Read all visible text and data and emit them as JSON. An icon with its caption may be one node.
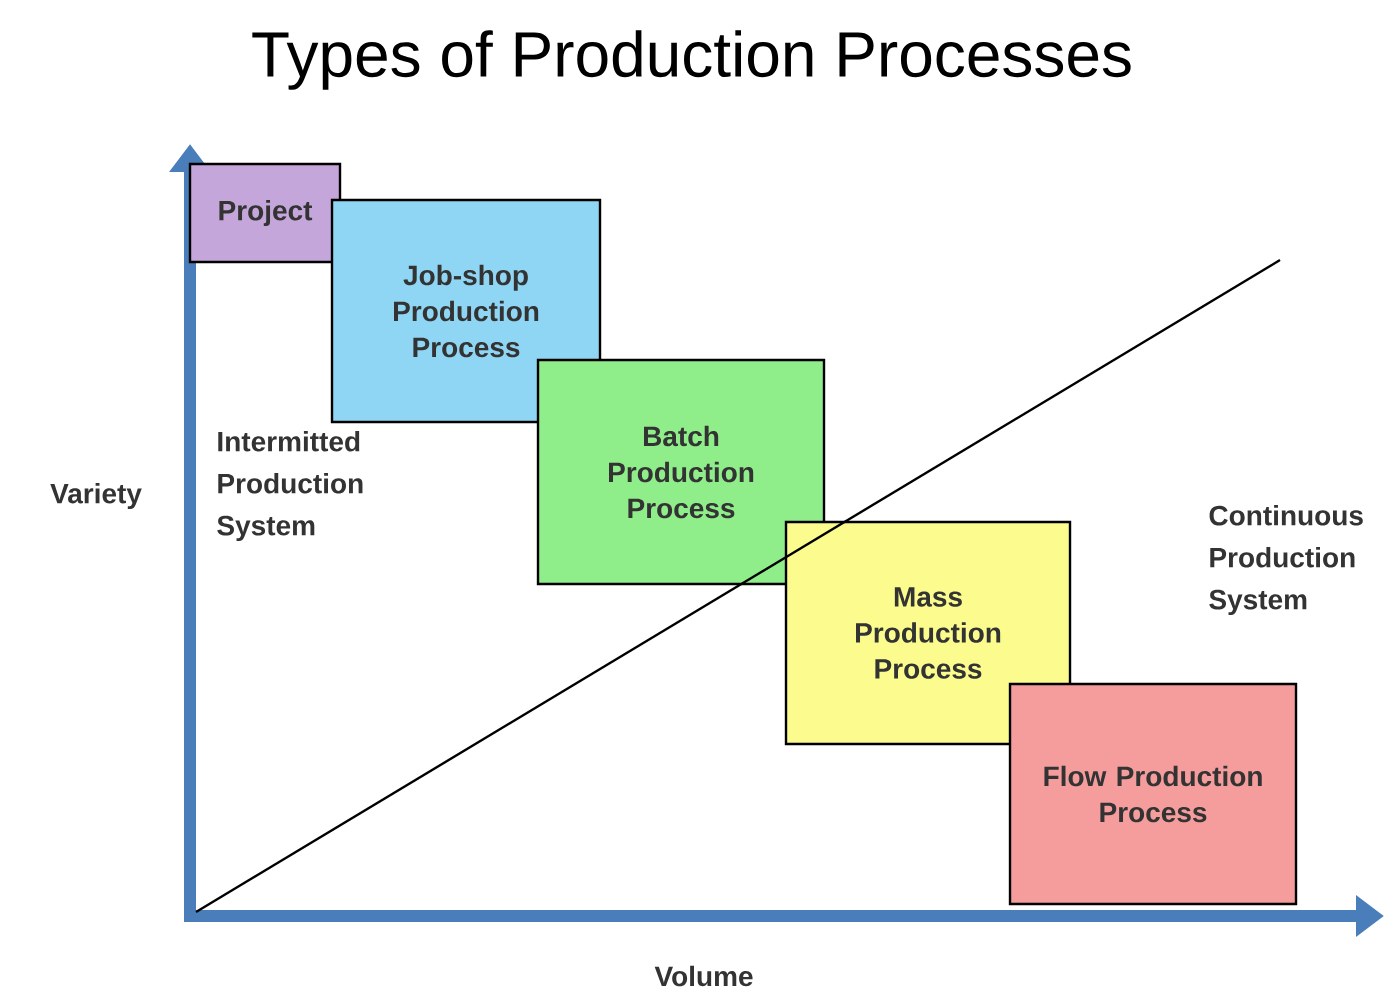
{
  "diagram": {
    "title": "Types of Production Processes",
    "nodes": [
      {
        "text": [
          "Project"
        ]
      },
      {
        "text": [
          "Job-shop Production Process"
        ]
      },
      {
        "text": [
          "Batch Production Process"
        ]
      },
      {
        "text": [
          "Mass Production Process"
        ]
      },
      {
        "text": [
          "Flow Production Process"
        ]
      }
    ],
    "labels": [
      "Variety",
      "Intermitted Production System",
      "Continuous Production System",
      "Volume"
    ]
  }
}
